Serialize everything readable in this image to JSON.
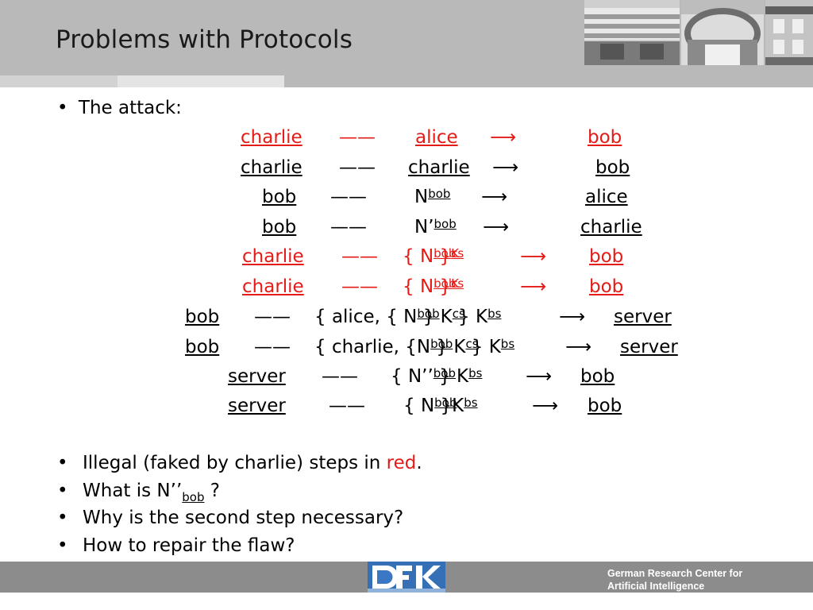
{
  "slide": {
    "title": "Problems with Protocols",
    "intro": "The attack:",
    "bullet_symbol": "•",
    "steps": [
      {
        "from": "charlie",
        "msg": "alice",
        "to": "bob",
        "red": true
      },
      {
        "from": "charlie",
        "msg": "charlie",
        "to": "bob",
        "red": false
      },
      {
        "from": "bob",
        "msg": "N",
        "msg_sub": "bob",
        "to": "alice",
        "red": false
      },
      {
        "from": "bob",
        "msg": "N’",
        "msg_sub": "bob",
        "to": "charlie",
        "red": false
      },
      {
        "from": "charlie",
        "msg": "{ N",
        "msg_sub": "bob",
        "msg_close": "}",
        "key": "K",
        "key_sub": "cs",
        "to": "bob",
        "red": true
      },
      {
        "from": "charlie",
        "msg": "{ N",
        "msg_sub": "bob",
        "msg_close": "}",
        "key": "K",
        "key_sub": "cs",
        "to": "bob",
        "red": true
      },
      {
        "from": "bob",
        "msg": "{ alice, { N",
        "msg_sub": "bob",
        "msg_close": "} K",
        "key": "cs",
        "key_close": "} K",
        "key2": "bs",
        "to": "server",
        "red": false
      },
      {
        "from": "bob",
        "msg": "{ charlie, {N",
        "msg_sub": "bob",
        "msg_close": "} K",
        "key": "cs",
        "key_close": "} K",
        "key2": "bs",
        "to": "server",
        "red": false
      },
      {
        "from": "server",
        "msg": "{ N’’",
        "msg_sub": "bob",
        "msg_close": "} K",
        "key": "bs",
        "to": "bob",
        "red": false
      },
      {
        "from": "server",
        "msg": "{ N",
        "msg_sub": "bob",
        "msg_close": "}K",
        "key": "bs",
        "to": "bob",
        "red": false
      }
    ],
    "bullets": {
      "b1_pre": "Illegal (faked by charlie) steps in ",
      "b1_red": "red",
      "b1_post": ".",
      "b2_pre": "What is N’’",
      "b2_sub": "bob",
      "b2_post": " ?",
      "b3": "Why is the second step necessary?",
      "b4": "How to repair the flaw?"
    }
  },
  "footer": {
    "line1": "German Research Center for",
    "line2": "Artificial Intelligence"
  },
  "colors": {
    "header_bg": "#b9b9b9",
    "footer_bg": "#8c8c8c",
    "illegal": "#e41b17",
    "logo_blue": "#3a78c4"
  }
}
